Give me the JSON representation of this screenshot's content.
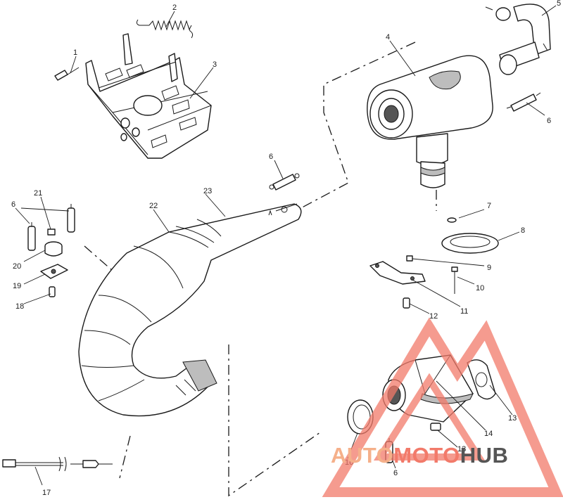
{
  "callouts": {
    "c1": "1",
    "c2": "2",
    "c3": "3",
    "c4": "4",
    "c5": "5",
    "c6a": "6",
    "c6b": "6",
    "c6c": "6",
    "c6d": "6",
    "c7": "7",
    "c8": "8",
    "c9": "9",
    "c10": "10",
    "c11": "11",
    "c12": "12",
    "c13a": "13",
    "c13b": "13",
    "c14": "14",
    "c16": "16",
    "c17": "17",
    "c18": "18",
    "c19": "19",
    "c20": "20",
    "c21": "21",
    "c22": "22",
    "c23": "23"
  },
  "watermark": {
    "part1": "AUTO",
    "part2": "MOTO",
    "part3": "HUB"
  },
  "colors": {
    "line": "#1a1a1a",
    "wm_light": "#f5b08a",
    "wm_red": "#f27a6a",
    "wm_gray": "#555555"
  }
}
